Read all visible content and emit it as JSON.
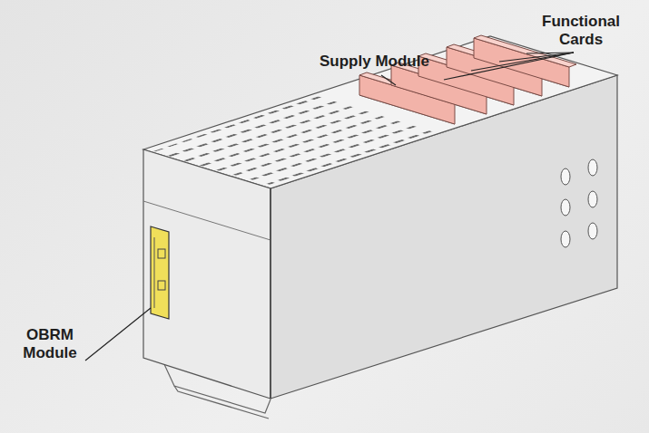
{
  "diagram": {
    "labels": [
      "Functional Cards",
      "Supply Module",
      "OBRM Module"
    ]
  }
}
